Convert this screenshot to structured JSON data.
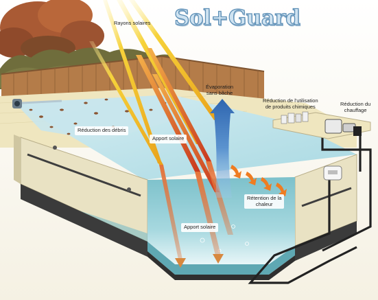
{
  "brand": {
    "name": "Sol+Guard"
  },
  "labels": {
    "rayons_solaires": "Rayons solaires",
    "evaporation_line1": "Évaporation",
    "evaporation_line2": "sans bâche",
    "reduction_chimiques_line1": "Réduction de l'utilisation",
    "reduction_chimiques_line2": "de produits chimiques",
    "reduction_chauffage_line1": "Réduction du",
    "reduction_chauffage_line2": "chauffage",
    "reduction_debris": "Réduction des débris",
    "apport_solaire_top": "Apport solaire",
    "retention_line1": "Rétention de la",
    "retention_line2": "chaleur",
    "apport_solaire_bottom": "Apport solaire"
  },
  "colors": {
    "sun_ray_yellow": "#f2c21c",
    "sun_ray_red": "#d3472a",
    "pool_water": "#bfe4ec",
    "deep_water": "#8ccbd3",
    "pool_wall": "#e9e2c3",
    "fence": "#b47c49",
    "evaporation_arrow": "#3d74b8",
    "heat_arrows": "#ef7c21",
    "brand_text": "#5d8fb6"
  }
}
